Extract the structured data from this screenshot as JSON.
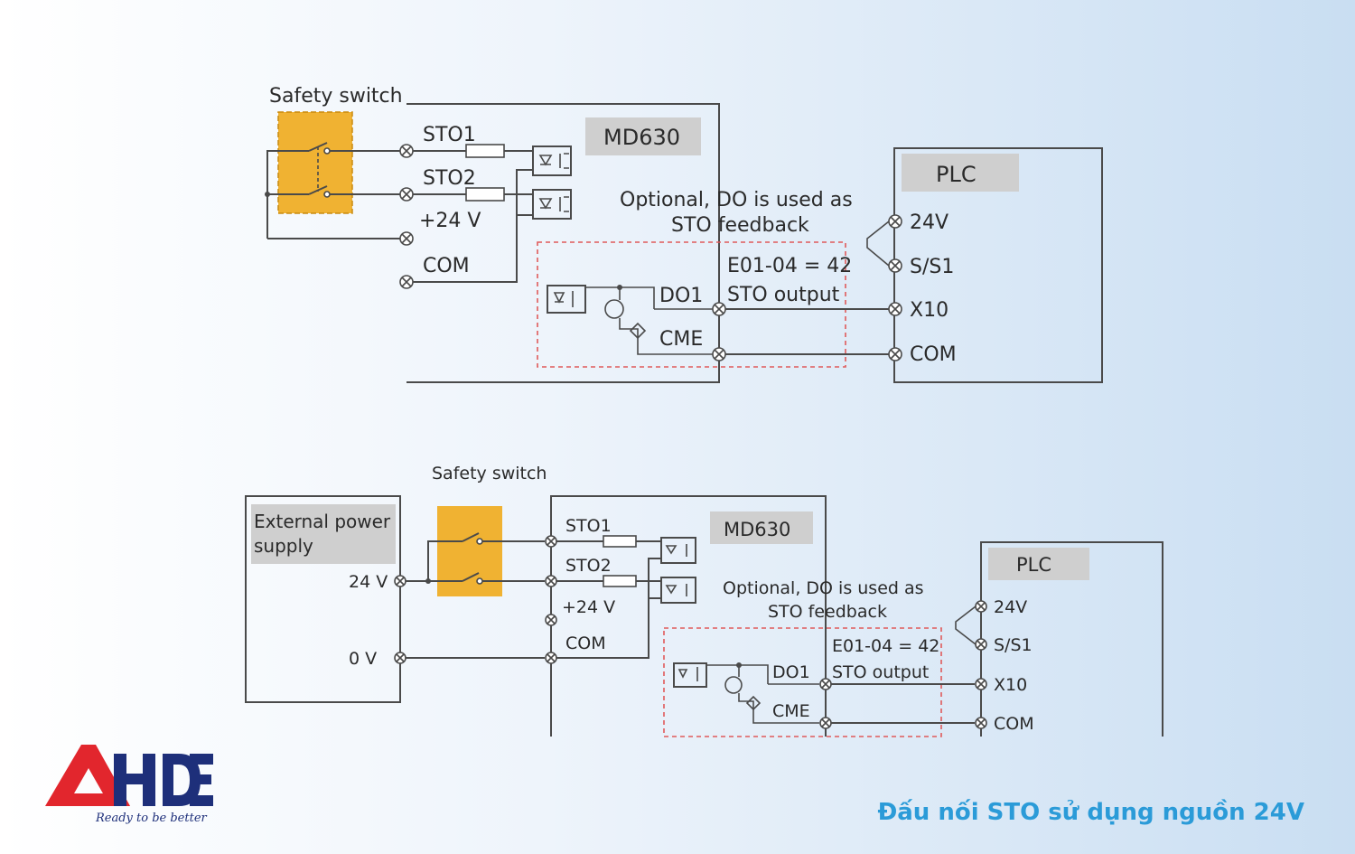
{
  "top": {
    "safety_switch": "Safety switch",
    "device": "MD630",
    "plc": "PLC",
    "sto1": "STO1",
    "sto2": "STO2",
    "v24": "+24 V",
    "com": "COM",
    "do1": "DO1",
    "cme": "CME",
    "optional_1": "Optional, DO is used as",
    "optional_2": "STO feedback",
    "param": "E01-04 = 42",
    "sto_output": "STO output",
    "plc_24v": "24V",
    "plc_ss1": "S/S1",
    "plc_x10": "X10",
    "plc_com": "COM"
  },
  "bottom": {
    "safety_switch": "Safety switch",
    "ext_power_1": "External power",
    "ext_power_2": "supply",
    "v24": "24 V",
    "v0": "0 V",
    "device": "MD630",
    "plc": "PLC",
    "sto1": "STO1",
    "sto2": "STO2",
    "plus24": "+24 V",
    "com": "COM",
    "do1": "DO1",
    "cme": "CME",
    "optional_1": "Optional, DO is used as",
    "optional_2": "STO feedback",
    "param": "E01-04 = 42",
    "sto_output": "STO output",
    "plc_24v": "24V",
    "plc_ss1": "S/S1",
    "plc_x10": "X10",
    "plc_com": "COM"
  },
  "logo": {
    "brand": "AHDE",
    "slogan": "Ready to be better"
  },
  "caption": "Đấu nối STO sử dụng nguồn 24V",
  "colors": {
    "switch": "#f0b232",
    "dashed": "#e05a5a",
    "caption": "#2b9bd8",
    "logo_red": "#e2262d",
    "logo_blue": "#1e2f7a"
  }
}
